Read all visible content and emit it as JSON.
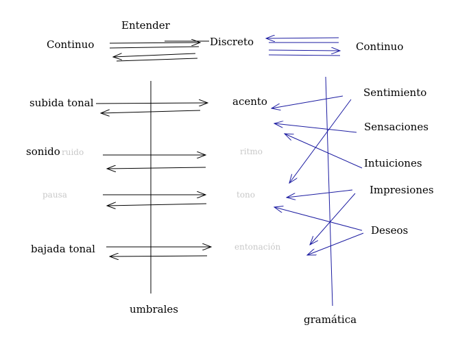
{
  "top": {
    "continuo_left": "Continuo",
    "entender": "Entender",
    "discreto": "Discreto",
    "continuo_right": "Continuo"
  },
  "left_labels": {
    "subida_tonal": "subida tonal",
    "sonido": "sonido",
    "bajada_tonal": "bajada tonal",
    "umbrales": "umbrales"
  },
  "middle_labels": {
    "acento": "acento",
    "gramatica": "gramática"
  },
  "right_labels": {
    "sentimiento": "Sentimiento",
    "sensaciones": "Sensaciones",
    "intuiciones": "Intuiciones",
    "impresiones": "Impresiones",
    "deseos": "Deseos"
  },
  "faint_text": {
    "sonido_tail": "ruido",
    "row2_mid": "ritmo",
    "row3_left": "pausa",
    "row3_mid": "tono",
    "row4_mid": "entonación"
  },
  "colors": {
    "ink": "#000000",
    "blue": "#1a1aa0",
    "faint": "#c8c8c8"
  }
}
